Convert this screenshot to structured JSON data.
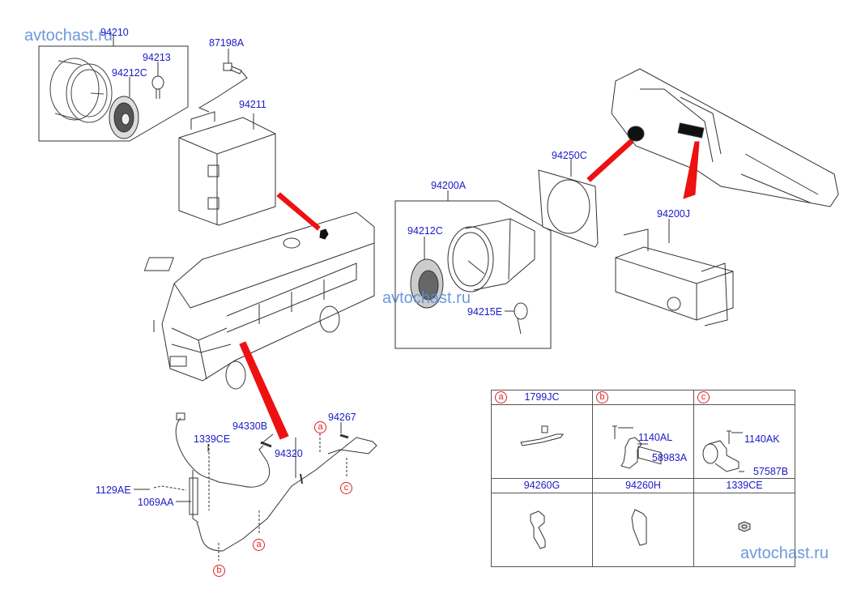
{
  "watermark": {
    "text": "avtochast.ru",
    "color": "#5b8fd8"
  },
  "colors": {
    "label": "#1a1ac8",
    "callout": "#e02020",
    "line": "#333333",
    "pointer": "#ee1111"
  },
  "labels": {
    "p94210": "94210",
    "p94213": "94213",
    "p94212C_a": "94212C",
    "p87198A": "87198A",
    "p94211": "94211",
    "p94250C": "94250C",
    "p94200A": "94200A",
    "p94212C_b": "94212C",
    "p94215E": "94215E",
    "p94200J": "94200J",
    "p94267": "94267",
    "p94330B": "94330B",
    "p1339CE": "1339CE",
    "p94320": "94320",
    "p1129AE": "1129AE",
    "p1069AA": "1069AA"
  },
  "callouts": {
    "a1": "a",
    "a2": "a",
    "b": "b",
    "c": "c"
  },
  "parts_table": {
    "row1": [
      {
        "callout": "a",
        "part": "1799JC"
      },
      {
        "callout": "b",
        "part": ""
      },
      {
        "callout": "c",
        "part": ""
      }
    ],
    "row1_parts": {
      "b_bolt": "1140AL",
      "b_bracket": "58983A",
      "c_bolt": "1140AK",
      "c_clamp": "57587B"
    },
    "row2": [
      {
        "part": "94260G"
      },
      {
        "part": "94260H"
      },
      {
        "part": "1339CE"
      }
    ]
  }
}
